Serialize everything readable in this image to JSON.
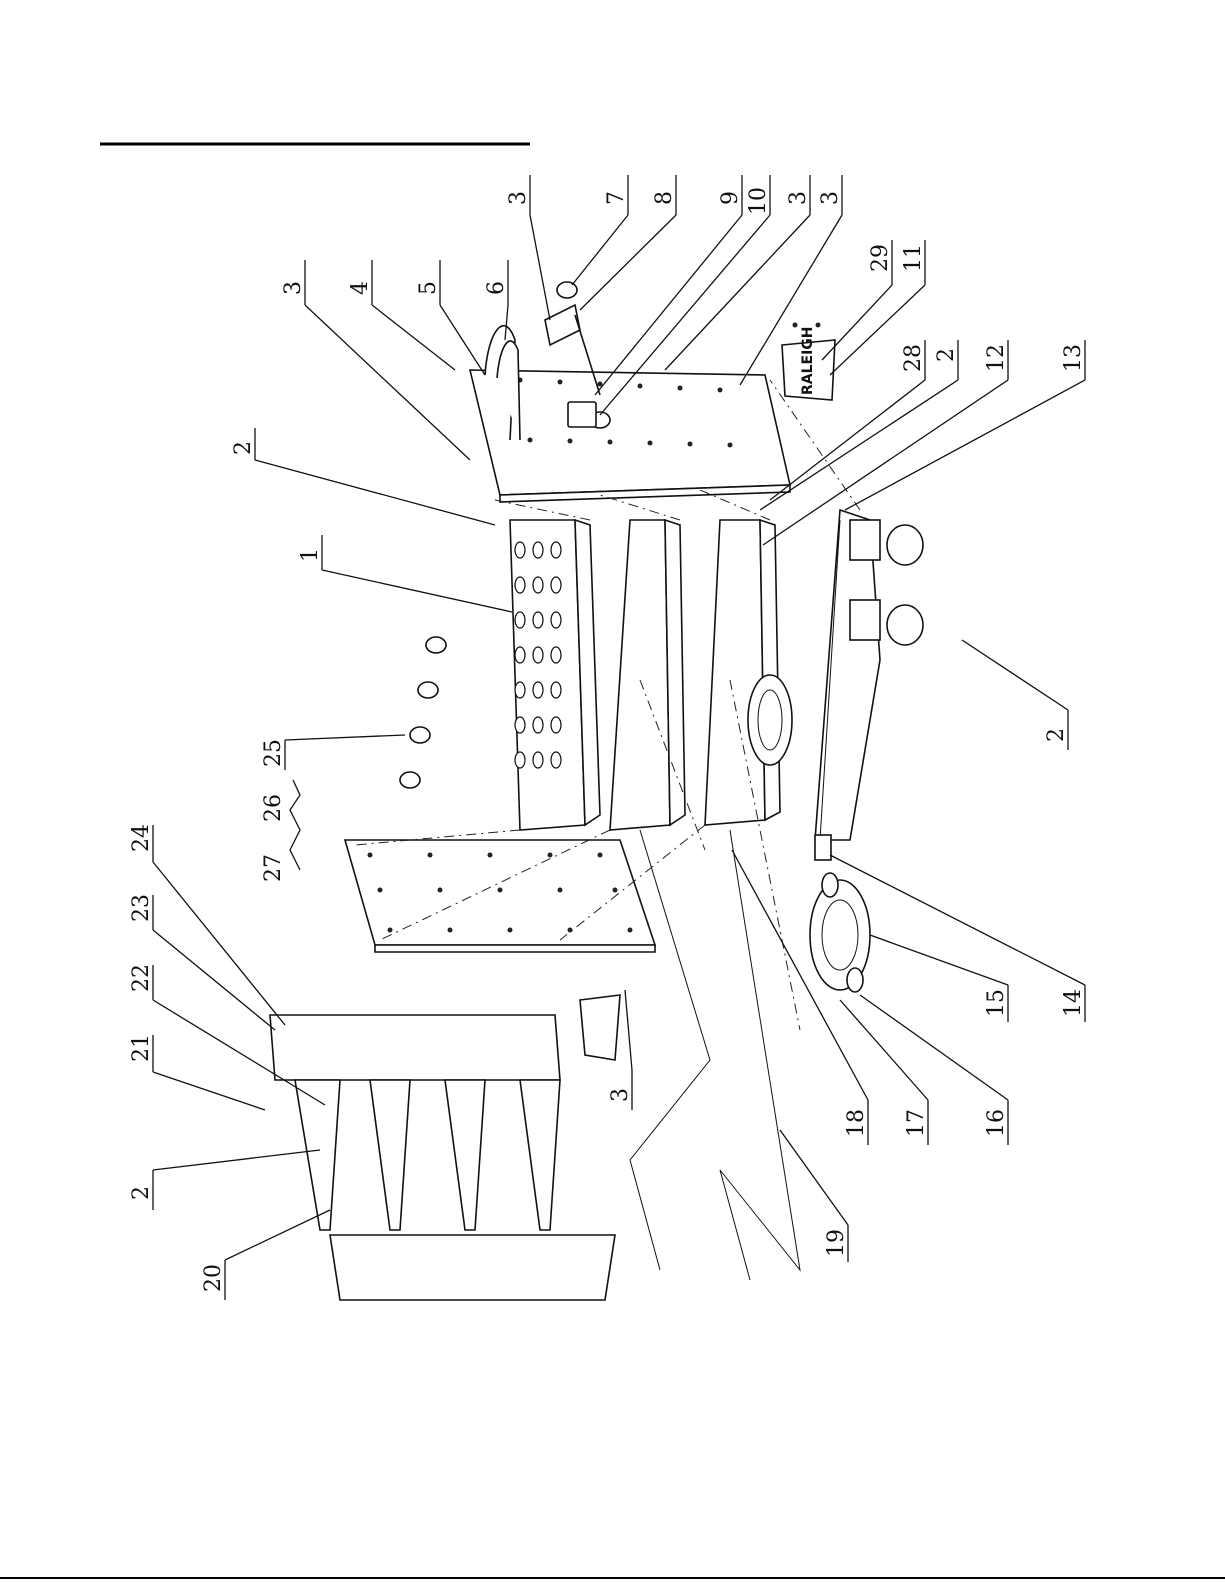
{
  "diagram": {
    "title": "",
    "logo_text": "RALEIGH",
    "colors": {
      "line": "#111111",
      "paper": "#ffffff"
    },
    "callouts": [
      "3",
      "4",
      "5",
      "6",
      "3",
      "7",
      "8",
      "9",
      "10",
      "3",
      "3",
      "29",
      "11",
      "2",
      "28",
      "2",
      "12",
      "13",
      "1",
      "25",
      "26",
      "27",
      "24",
      "23",
      "22",
      "21",
      "2",
      "20",
      "3",
      "18",
      "17",
      "16",
      "15",
      "14",
      "19",
      "2"
    ]
  }
}
